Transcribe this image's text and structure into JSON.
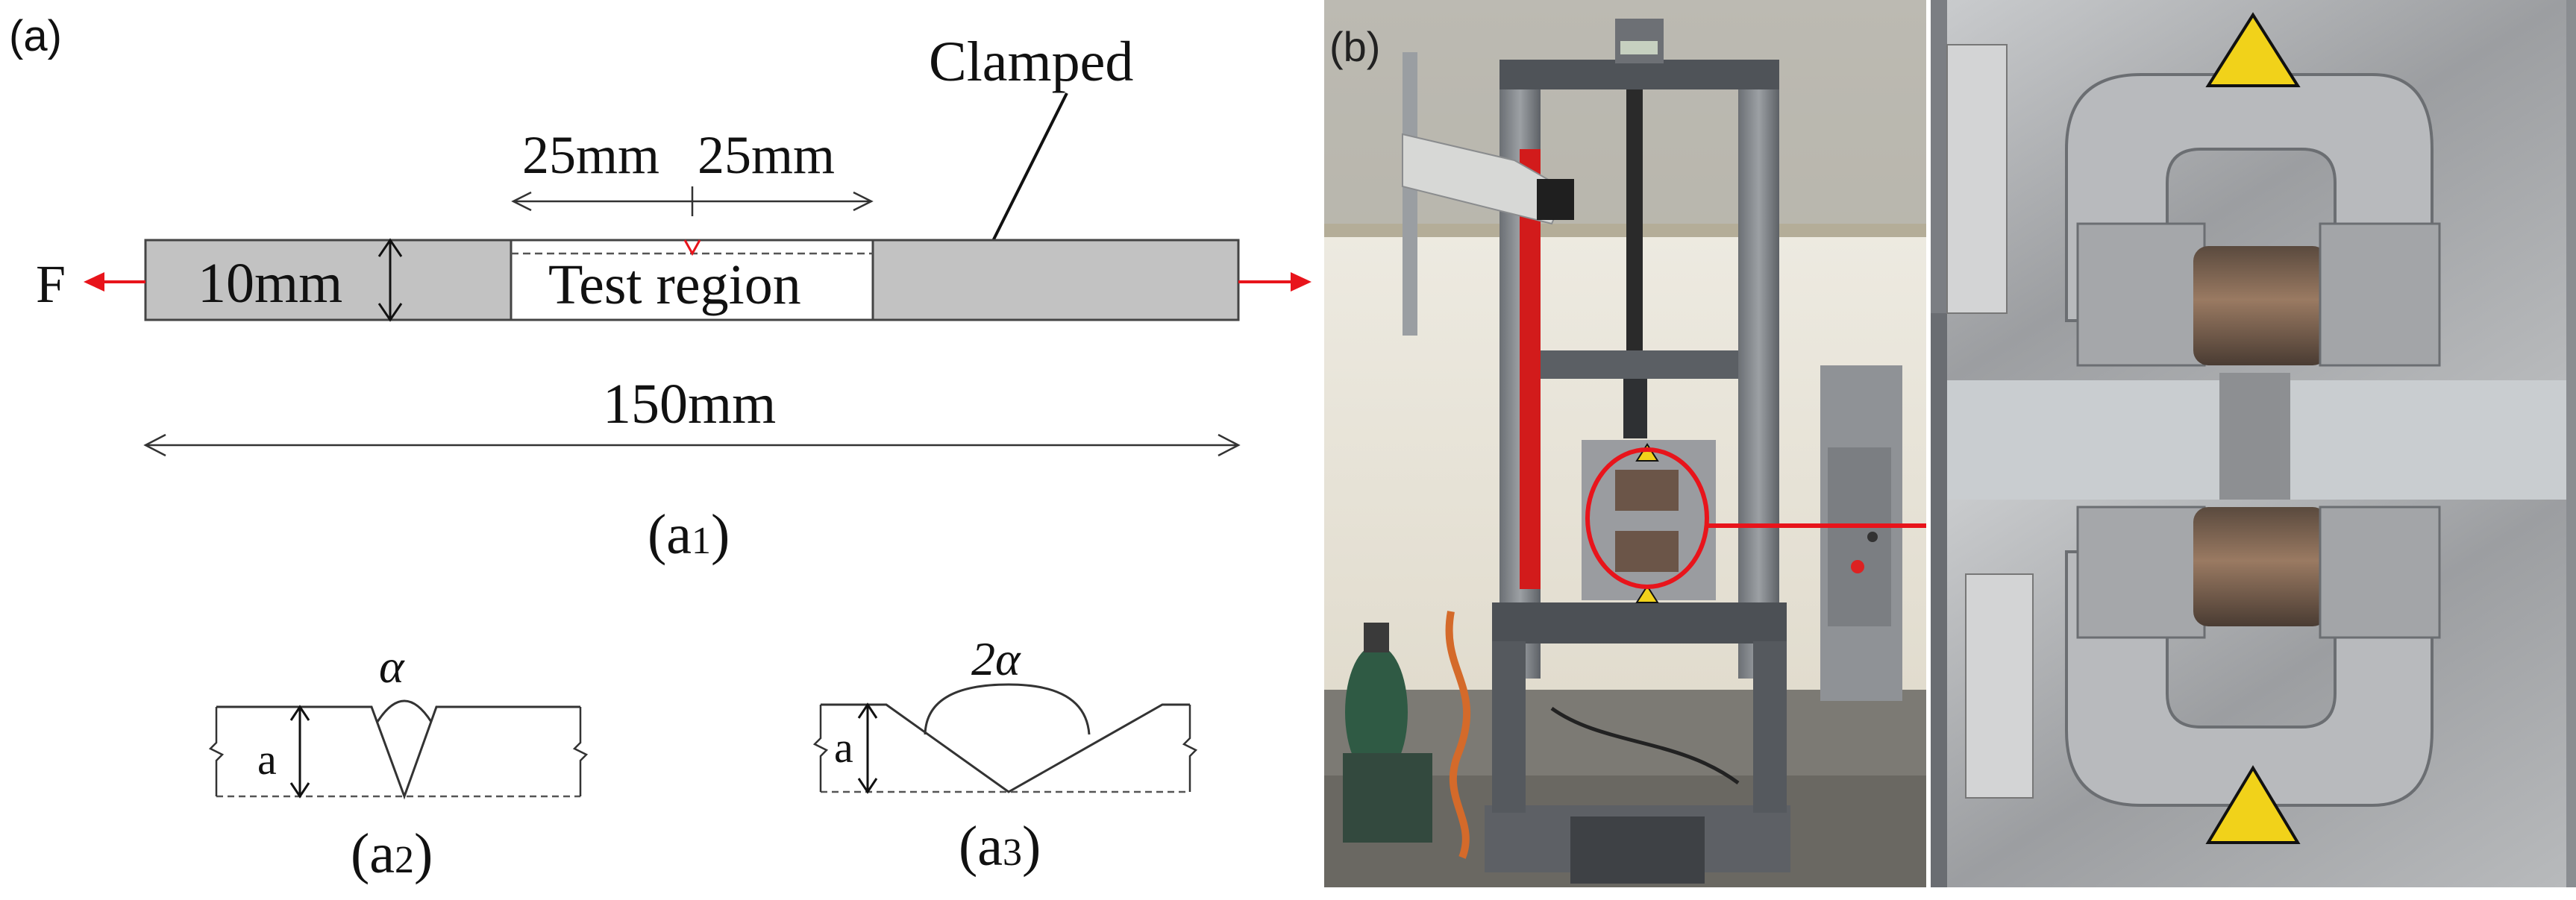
{
  "panel_a": {
    "label": "(a)",
    "a1": {
      "force_symbol": "F",
      "dim_left": "25mm",
      "dim_right": "25mm",
      "clamped_label": "Clamped",
      "width_label": "10mm",
      "test_region_label": "Test region",
      "length_label": "150mm",
      "caption_main": "(a",
      "caption_sub": "1",
      "caption_close": ")"
    },
    "a2": {
      "angle_label": "α",
      "depth_label": "a",
      "caption_main": "(a",
      "caption_sub": "2",
      "caption_close": ")"
    },
    "a3": {
      "angle_label": "2α",
      "depth_label": "a",
      "caption_main": "(a",
      "caption_sub": "3",
      "caption_close": ")"
    }
  },
  "panel_b": {
    "label": "(b)"
  },
  "colors": {
    "accent_red": "#e8141b",
    "specimen_gray": "#c2c2c2",
    "machine_frame": "#555a60",
    "wall": "#e9e6da",
    "steel": "#a9abad"
  },
  "icons": [
    "arrow-left-icon",
    "arrow-right-icon",
    "warning-triangle-icon",
    "highlight-circle-icon"
  ]
}
